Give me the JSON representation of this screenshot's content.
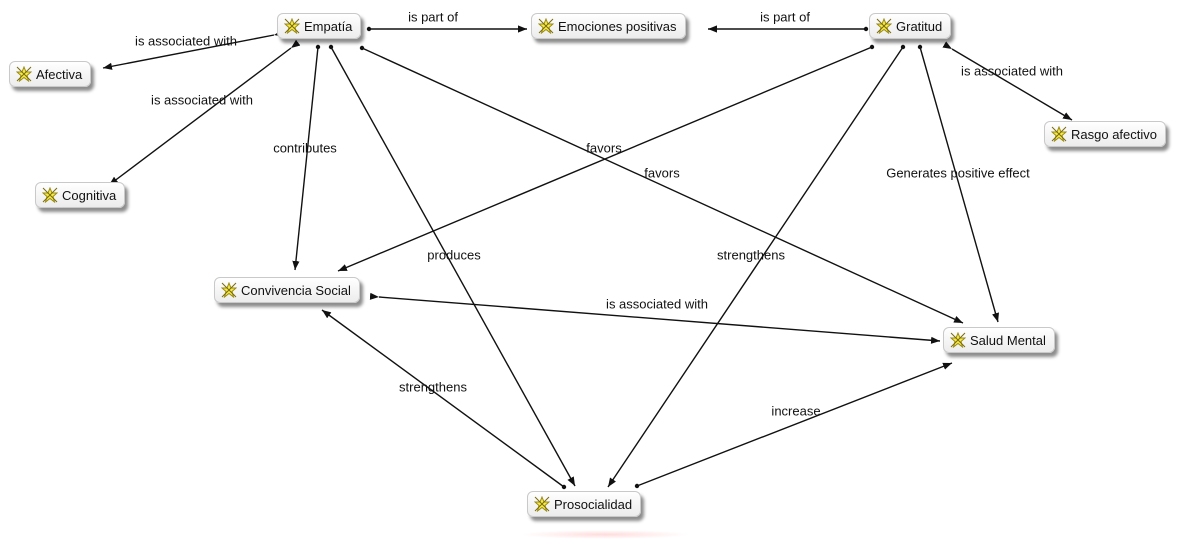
{
  "nodes": [
    {
      "id": "empatia",
      "label": "Empatía",
      "icon": "concept-star-icon"
    },
    {
      "id": "emociones",
      "label": "Emociones positivas",
      "icon": "concept-star-icon"
    },
    {
      "id": "gratitud",
      "label": "Gratitud",
      "icon": "concept-star-icon"
    },
    {
      "id": "afectiva",
      "label": "Afectiva",
      "icon": "concept-star-icon"
    },
    {
      "id": "cognitiva",
      "label": "Cognitiva",
      "icon": "concept-star-icon"
    },
    {
      "id": "rasgo",
      "label": "Rasgo afectivo",
      "icon": "concept-star-icon"
    },
    {
      "id": "convivencia",
      "label": "Convivencia Social",
      "icon": "concept-star-icon"
    },
    {
      "id": "salud",
      "label": "Salud Mental",
      "icon": "concept-star-icon"
    },
    {
      "id": "prosocialidad",
      "label": "Prosocialidad",
      "icon": "concept-star-icon"
    }
  ],
  "edges": [
    {
      "id": "e1",
      "label": "is part of"
    },
    {
      "id": "e2",
      "label": "is part of"
    },
    {
      "id": "e3",
      "label": "is associated with"
    },
    {
      "id": "e4",
      "label": "is associated with"
    },
    {
      "id": "e5",
      "label": "contributes"
    },
    {
      "id": "e6",
      "label": "produces"
    },
    {
      "id": "e7",
      "label": "favors"
    },
    {
      "id": "e8",
      "label": "favors"
    },
    {
      "id": "e9",
      "label": "strengthens"
    },
    {
      "id": "e10",
      "label": "Generates positive effect"
    },
    {
      "id": "e11",
      "label": "is associated with"
    },
    {
      "id": "e12",
      "label": "is associated with"
    },
    {
      "id": "e13",
      "label": "strengthens"
    },
    {
      "id": "e14",
      "label": "increase"
    }
  ],
  "colors": {
    "line": "#111111",
    "node_border": "#c9c9c9",
    "icon_fill": "#f4e84a"
  }
}
